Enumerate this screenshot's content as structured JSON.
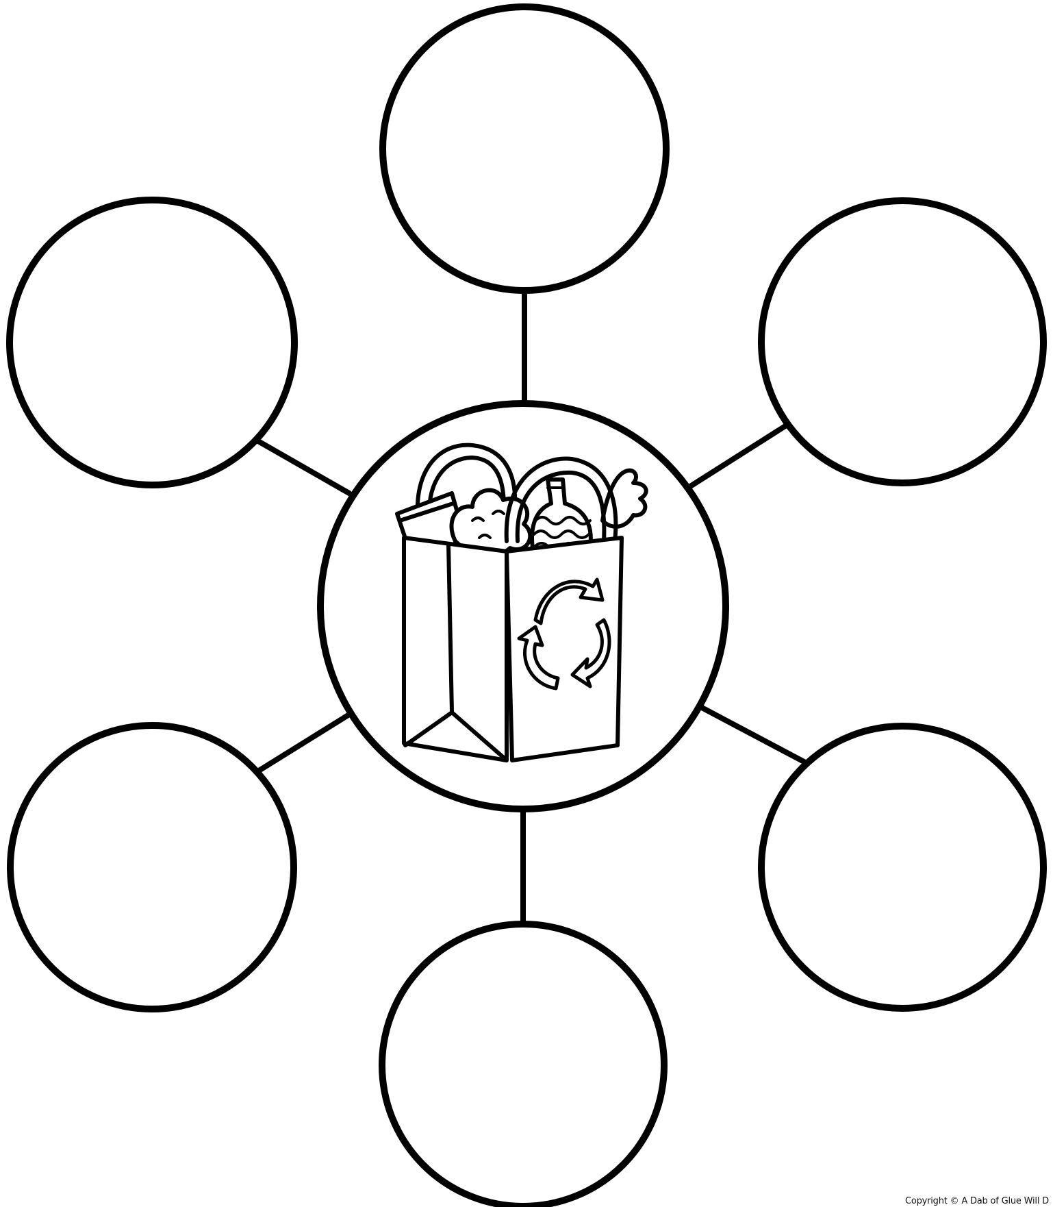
{
  "diagram": {
    "type": "bubble-map",
    "outer_circle_count": 6,
    "center_icon": "recycle-shopping-bag-icon",
    "stroke_color": "#000000",
    "fill_color": "#ffffff"
  },
  "footer": {
    "copyright": "Copyright © A Dab of Glue Will D"
  }
}
